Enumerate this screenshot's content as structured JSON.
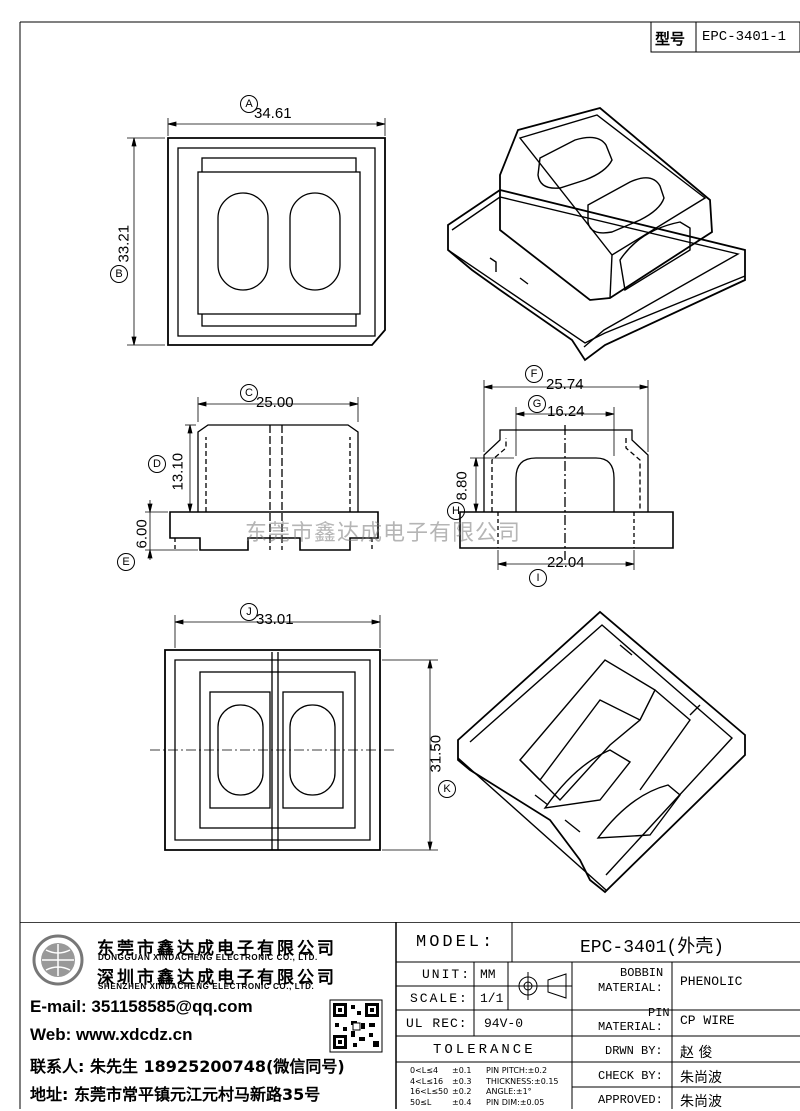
{
  "header": {
    "type_label": "型号",
    "part_number": "EPC-3401-1"
  },
  "dimensions": {
    "A": {
      "tag": "A",
      "value": "34.61"
    },
    "B": {
      "tag": "B",
      "value": "33.21"
    },
    "C": {
      "tag": "C",
      "value": "25.00"
    },
    "D": {
      "tag": "D",
      "value": "13.10"
    },
    "E": {
      "tag": "E",
      "value": "6.00"
    },
    "F": {
      "tag": "F",
      "value": "25.74"
    },
    "G": {
      "tag": "G",
      "value": "16.24"
    },
    "H": {
      "tag": "H",
      "value": "8.80"
    },
    "I": {
      "tag": "I",
      "value": "22.04"
    },
    "J": {
      "tag": "J",
      "value": "33.01"
    },
    "K": {
      "tag": "K",
      "value": "31.50"
    }
  },
  "watermark": "东莞市鑫达成电子有限公司",
  "company": {
    "name_dg": "东莞市鑫达成电子有限公司",
    "name_dg_en": "DONGGUAN XINDACHENG ELECTRONIC CO., LTD.",
    "name_sz": "深圳市鑫达成电子有限公司",
    "name_sz_en": "SHENZHEN XINDACHENG ELECTRONIC CO., LTD.",
    "email": "E-mail: 351158585@qq.com",
    "web": "Web: www.xdcdz.cn",
    "contact": "联系人: 朱先生 18925200748(微信同号)",
    "address": "地址: 东莞市常平镇元江元村马新路35号"
  },
  "title_block": {
    "model_label": "MODEL:",
    "model_value": "EPC-3401(外壳)",
    "unit_label": "UNIT:",
    "unit_value": "MM",
    "scale_label": "SCALE:",
    "scale_value": "1/1",
    "ul_label": "UL REC:",
    "ul_value": "94V-0",
    "tolerance_label": "TOLERANCE",
    "tolerances": [
      {
        "range": "0<L≤4",
        "tol": "±0.1"
      },
      {
        "range": "4<L≤16",
        "tol": "±0.3"
      },
      {
        "range": "16<L≤50",
        "tol": "±0.2"
      },
      {
        "range": "50≤L",
        "tol": "±0.4"
      }
    ],
    "specs": [
      {
        "label": "PIN PITCH:",
        "value": "±0.2"
      },
      {
        "label": "THICKNESS:",
        "value": "±0.15"
      },
      {
        "label": "ANGLE:",
        "value": "±1°"
      },
      {
        "label": "PIN DIM:",
        "value": "±0.05"
      }
    ],
    "bobbin_label_1": "BOBBIN",
    "bobbin_label_2": "MATERIAL:",
    "bobbin_value": "PHENOLIC",
    "pin_label_1": "PIN",
    "pin_label_2": "MATERIAL:",
    "pin_value": "CP WIRE",
    "drawn_label": "DRWN BY:",
    "drawn_value": "赵 俊",
    "check_label": "CHECK BY:",
    "check_value": "朱尚波",
    "approved_label": "APPROVED:",
    "approved_value": "朱尚波"
  }
}
